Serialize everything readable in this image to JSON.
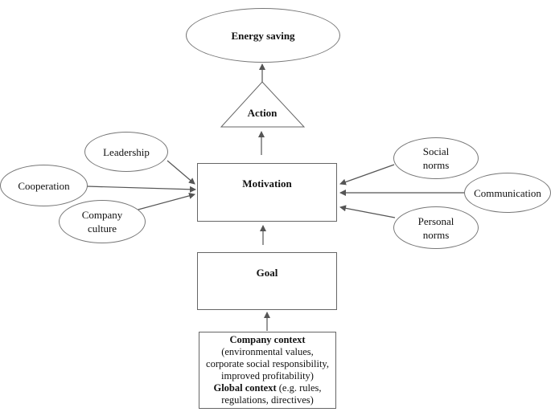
{
  "nodes": {
    "energy_saving": "Energy saving",
    "action": "Action",
    "motivation": "Motivation",
    "goal": "Goal",
    "leadership": "Leadership",
    "cooperation": "Cooperation",
    "company_culture": "Company\nculture",
    "social_norms": "Social\nnorms",
    "communication": "Communication",
    "personal_norms": "Personal\nnorms"
  },
  "context": {
    "company_title": "Company context",
    "company_body": "(environmental values,\ncorporate social responsibility,\nimproved profitability)",
    "global_title": "Global context",
    "global_body": " (e.g. rules,\nregulations, directives)"
  },
  "colors": {
    "stroke": "#777777",
    "arrow": "#555555"
  }
}
